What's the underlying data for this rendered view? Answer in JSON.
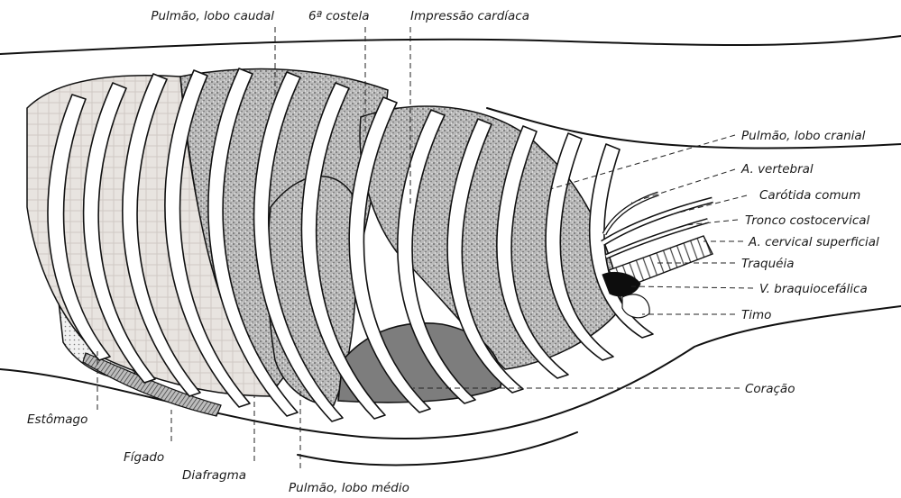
{
  "labels": {
    "pulmao_lobo_caudal": "Pulmão, lobo caudal",
    "sexta_costela": "6ª costela",
    "impressao_cardiaca": "Impressão cardíaca",
    "pulmao_lobo_cranial": "Pulmão, lobo cranial",
    "a_vertebral": "A. vertebral",
    "carotida_comum": "Carótida comum",
    "tronco_costocervical": "Tronco costocervical",
    "a_cervical_superficial": "A. cervical superficial",
    "traqueia": "Traquéia",
    "v_braquiocefalica": "V. braquiocefálica",
    "timo": "Timo",
    "coracao": "Coração",
    "estomago": "Estômago",
    "figado": "Fígado",
    "diafragma": "Diafragma",
    "pulmao_lobo_medio": "Pulmão, lobo médio"
  },
  "colors": {
    "lung_stipple": "#b4b4b4",
    "diaphragm_fill": "#e6e2de",
    "heart_fill": "#7c7c7c",
    "stomach_dots": "#9a9a9a",
    "liver_hatch": "#555555",
    "outline": "#111111"
  }
}
